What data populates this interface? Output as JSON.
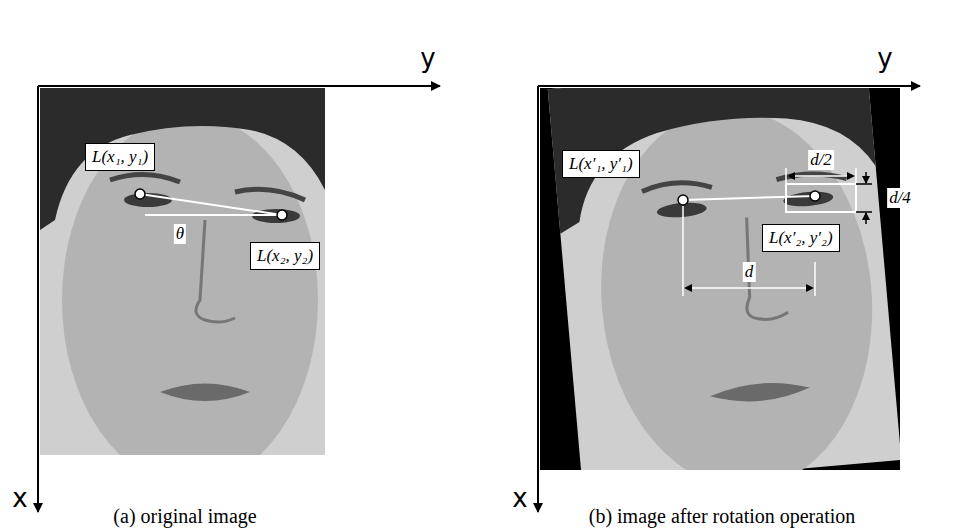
{
  "diagram": {
    "nodes": [
      {
        "text": [
          "L(x₁, y₁)"
        ]
      },
      {
        "text": [
          "L(x₂, y₂)"
        ]
      },
      {
        "text": [
          "L(x′₁, y′₁)"
        ]
      },
      {
        "text": [
          "L(x′₂, y′₂)"
        ]
      }
    ],
    "labels": [
      "y",
      "x",
      "θ",
      "(a) original image",
      "y",
      "x",
      "d/2",
      "d/4",
      "d",
      "(b) image after rotation operation"
    ]
  }
}
